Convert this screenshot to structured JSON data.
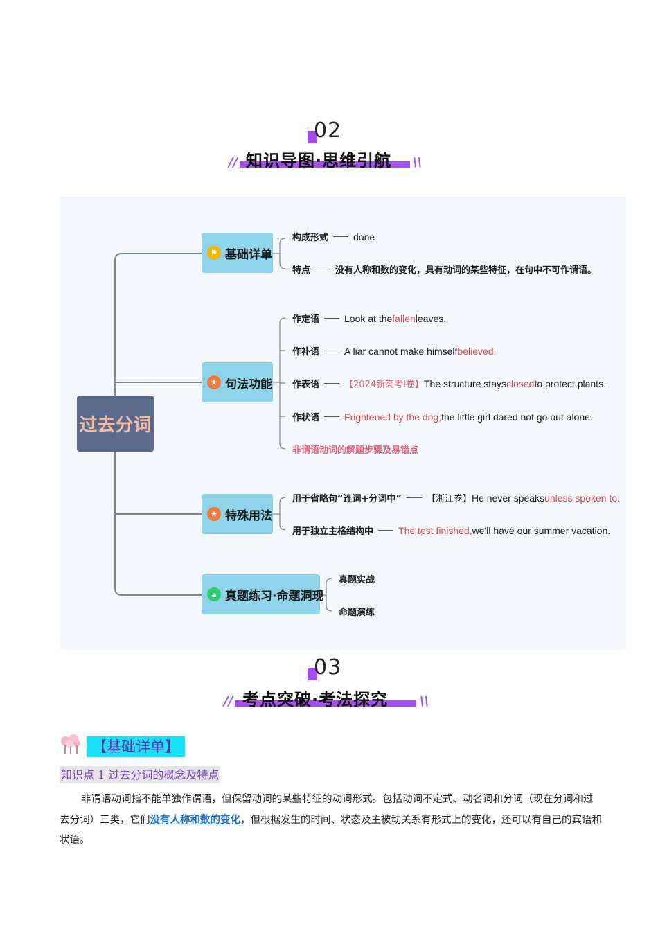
{
  "section2": {
    "num": "02",
    "title": "知识导图·思维引航"
  },
  "section3": {
    "num": "03",
    "title": "考点突破·考法探究"
  },
  "mindmap": {
    "root": "过去分词",
    "branches": [
      {
        "label": "基础详单",
        "icon": "flag-icon",
        "icon_color": "#f4b400"
      },
      {
        "label": "句法功能",
        "icon": "star-icon",
        "icon_color": "#f07a3a"
      },
      {
        "label": "特殊用法",
        "icon": "star-icon",
        "icon_color": "#f07a3a"
      },
      {
        "label": "真题练习·命题洞现",
        "icon": "lock-icon",
        "icon_color": "#2ecc71"
      }
    ],
    "basic": {
      "form_key": "构成形式",
      "form_val": "done",
      "feat_key": "特点",
      "feat_val": "没有人称和数的变化，具有动词的某些特征，在句中不可作谓语。"
    },
    "syntax": {
      "attr_key": "作定语",
      "attr_a": "Look at the",
      "attr_b": "fallen",
      "attr_c": "leaves.",
      "comp_key": "作补语",
      "comp_a": "A liar cannot make himself",
      "comp_b": "believed",
      "comp_c": ".",
      "pred_key": "作表语",
      "pred_tag": "【2024新高考I卷】",
      "pred_a": "The structure stays",
      "pred_b": "closed",
      "pred_c": "to protect plants.",
      "adv_key": "作状语",
      "adv_a": "Frightened by the dog,",
      "adv_b": "the little girl dared not go out alone.",
      "tip": "非谓语动词的解题步骤及易错点"
    },
    "special": {
      "ellip_key": "用于省略句“连词+分词中”",
      "ellip_tag": "【浙江卷】",
      "ellip_a": "He never speaks",
      "ellip_b": "unless spoken to",
      "ellip_c": ".",
      "abs_key": "用于独立主格结构中",
      "abs_a": "The test finished,",
      "abs_b": "we'll have our summer vacation."
    },
    "practice": {
      "item1": "真题实战",
      "item2": "命题演练"
    }
  },
  "basics": {
    "heading": "【基础详单】",
    "kp_title": "知识点 1  过去分词的概念及特点",
    "para_a": "非谓语动词指不能单独作谓语，但保留动词的某些特征的动词形式。包括动词不定式、动名词和分词（现在分词和过去分词）三类，它们",
    "para_hl": "没有人称和数的变化",
    "para_b": "，但根据发生的时间、状态及主被动关系有形式上的变化，还可以有自己的宾语和状语。"
  }
}
